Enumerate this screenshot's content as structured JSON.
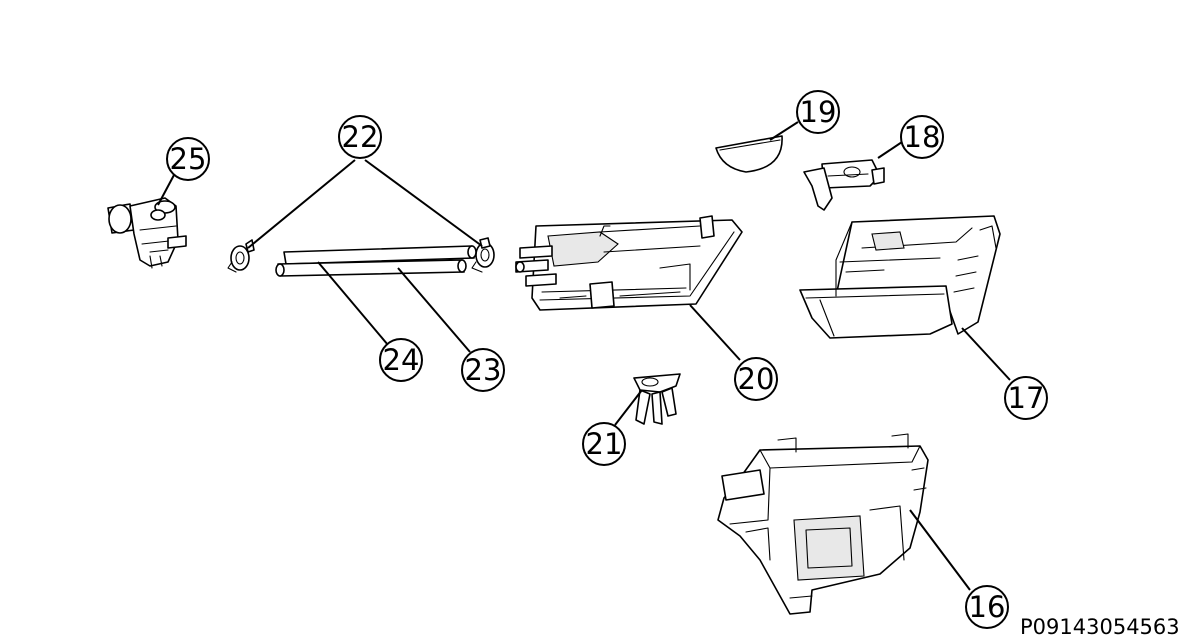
{
  "callouts": {
    "c16": "16",
    "c17": "17",
    "c18": "18",
    "c19": "19",
    "c20": "20",
    "c21": "21",
    "c22": "22",
    "c23": "23",
    "c24": "24",
    "c25": "25"
  },
  "drawing_code": "P09143054563",
  "colors": {
    "line": "#000000",
    "background": "#ffffff"
  }
}
